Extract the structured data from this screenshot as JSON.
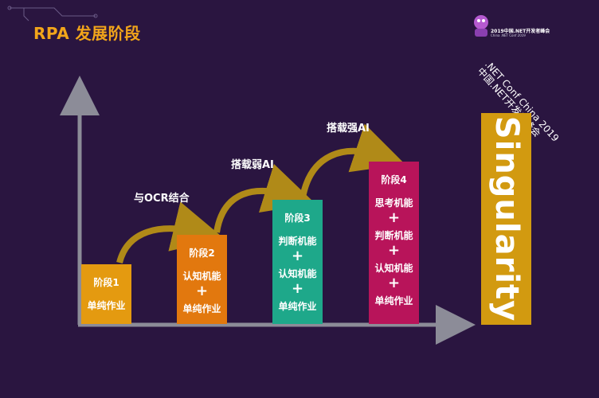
{
  "title": "RPA 发展阶段",
  "logo": {
    "tag": "2019中国.NET开发者峰会",
    "subtitle": "China .NET Conf 2019",
    "rotated": ".NET Conf China 2019\n中国.NET开发者峰会"
  },
  "transitions": [
    {
      "label": "与OCR结合"
    },
    {
      "label": "搭载弱AI"
    },
    {
      "label": "搭载强AI"
    }
  ],
  "stages": [
    {
      "label": "阶段1",
      "items": [
        "单纯作业"
      ]
    },
    {
      "label": "阶段2",
      "items": [
        "认知机能",
        "单纯作业"
      ]
    },
    {
      "label": "阶段3",
      "items": [
        "判断机能",
        "认知机能",
        "单纯作业"
      ]
    },
    {
      "label": "阶段4",
      "items": [
        "思考机能",
        "判断机能",
        "认知机能",
        "单纯作业"
      ]
    }
  ],
  "plus_sign": "+",
  "singularity": "Singularity",
  "colors": {
    "background": "#2a1540",
    "title": "#f2a51a",
    "stage1": "#e49a10",
    "stage2": "#e2780e",
    "stage3": "#1ea88a",
    "stage4": "#b8145a",
    "singularity": "#d29a10",
    "arrow": "#b08a18",
    "axis": "#8c8c98"
  }
}
